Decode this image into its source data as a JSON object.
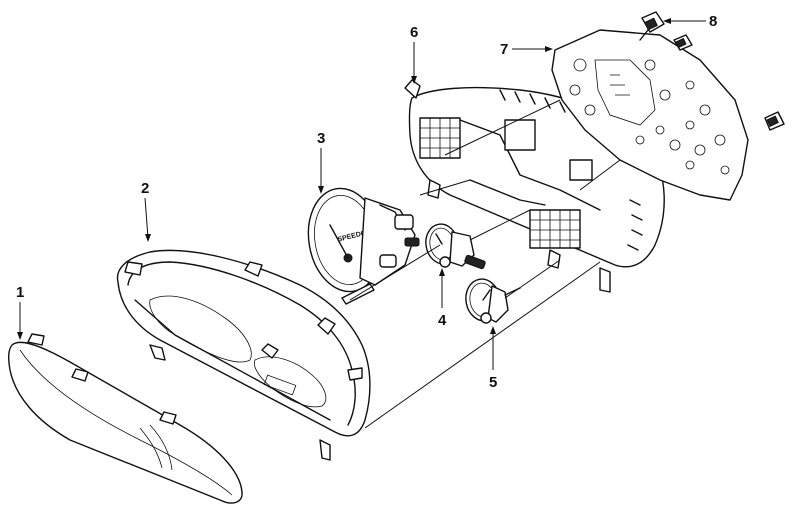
{
  "diagram": {
    "callouts": [
      {
        "id": "1",
        "text": "1"
      },
      {
        "id": "2",
        "text": "2"
      },
      {
        "id": "3",
        "text": "3"
      },
      {
        "id": "4",
        "text": "4"
      },
      {
        "id": "5",
        "text": "5"
      },
      {
        "id": "6",
        "text": "6"
      },
      {
        "id": "7",
        "text": "7"
      },
      {
        "id": "8",
        "text": "8"
      }
    ],
    "dial_label": "SPEEDOMETER"
  }
}
